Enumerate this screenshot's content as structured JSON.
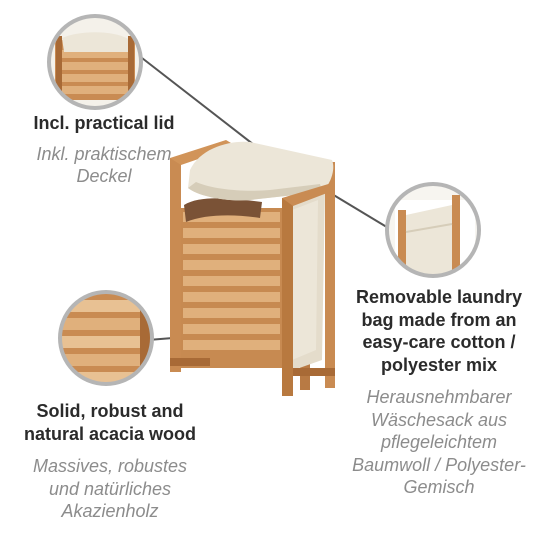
{
  "captions": {
    "lid": {
      "en": "Incl. practical lid",
      "de": [
        "Inkl. praktischem",
        "Deckel"
      ]
    },
    "bag": {
      "en": [
        "Removable laundry",
        "bag made from an",
        "easy-care cotton /",
        "polyester mix"
      ],
      "de": [
        "Herausnehmbarer",
        "Wäschesack aus",
        "pflegeleichtem",
        "Baumwoll / Polyester-",
        "Gemisch"
      ]
    },
    "wood": {
      "en": [
        "Solid, robust and",
        "natural acacia wood"
      ],
      "de": [
        "Massives, robustes",
        "und natürliches",
        "Akazienholz"
      ]
    }
  },
  "colors": {
    "wood": "#c98b52",
    "wood_dark": "#a86a36",
    "wood_light": "#e0b07c",
    "fabric": "#ece6d8",
    "fabric_shadow": "#d6cdb9",
    "circle_border": "#b5b5b5",
    "leader_line": "#555555",
    "towel": "#7a5236"
  }
}
